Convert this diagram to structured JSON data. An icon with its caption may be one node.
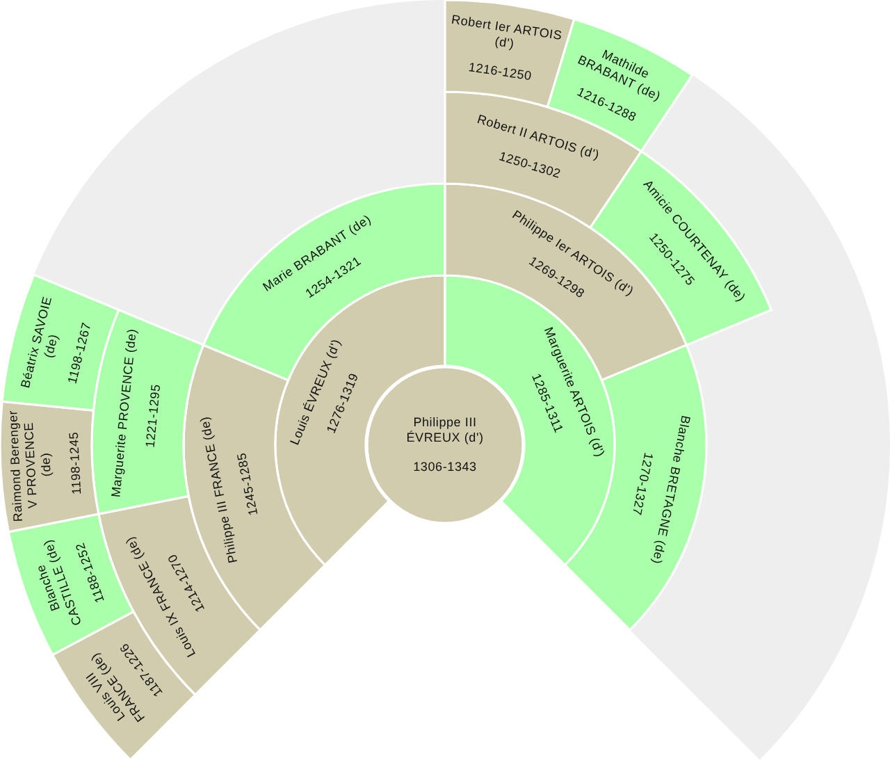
{
  "diagram": {
    "nodes": [
      {
        "text": [
          "Philippe III ÉVREUX (d')",
          "1306-1343"
        ]
      },
      {
        "text": [
          "Louis ÉVREUX (d')",
          "1276-1319"
        ]
      },
      {
        "text": [
          "Marguerite ARTOIS (d')",
          "1285-1311"
        ]
      },
      {
        "text": [
          "Philippe III FRANCE (de)",
          "1245-1285"
        ]
      },
      {
        "text": [
          "Marie BRABANT (de)",
          "1254-1321"
        ]
      },
      {
        "text": [
          "Philippe Ier ARTOIS (d')",
          "1269-1298"
        ]
      },
      {
        "text": [
          "Blanche BRETAGNE (de)",
          "1270-1327"
        ]
      },
      {
        "text": [
          "Louis IX FRANCE (de)",
          "1214-1270"
        ]
      },
      {
        "text": [
          "Marguerite PROVENCE (de)",
          "1221-1295"
        ]
      },
      {
        "text": [
          "Robert II ARTOIS (d')",
          "1250-1302"
        ]
      },
      {
        "text": [
          "Amicie COURTENAY (de)",
          "1250-1275"
        ]
      },
      {
        "text": [
          "Louis VIII FRANCE (de)",
          "1187-1226"
        ]
      },
      {
        "text": [
          "Blanche CASTILLE (de)",
          "1188-1252"
        ]
      },
      {
        "text": [
          "Raimond Berenger V PROVENCE (de)",
          "1198-1245"
        ]
      },
      {
        "text": [
          "Béatrix SAVOIE (de)",
          "1198-1267"
        ]
      },
      {
        "text": [
          "Robert Ier ARTOIS (d')",
          "1216-1250"
        ]
      },
      {
        "text": [
          "Mathilde BRABANT (de)",
          "1216-1288"
        ]
      }
    ]
  }
}
